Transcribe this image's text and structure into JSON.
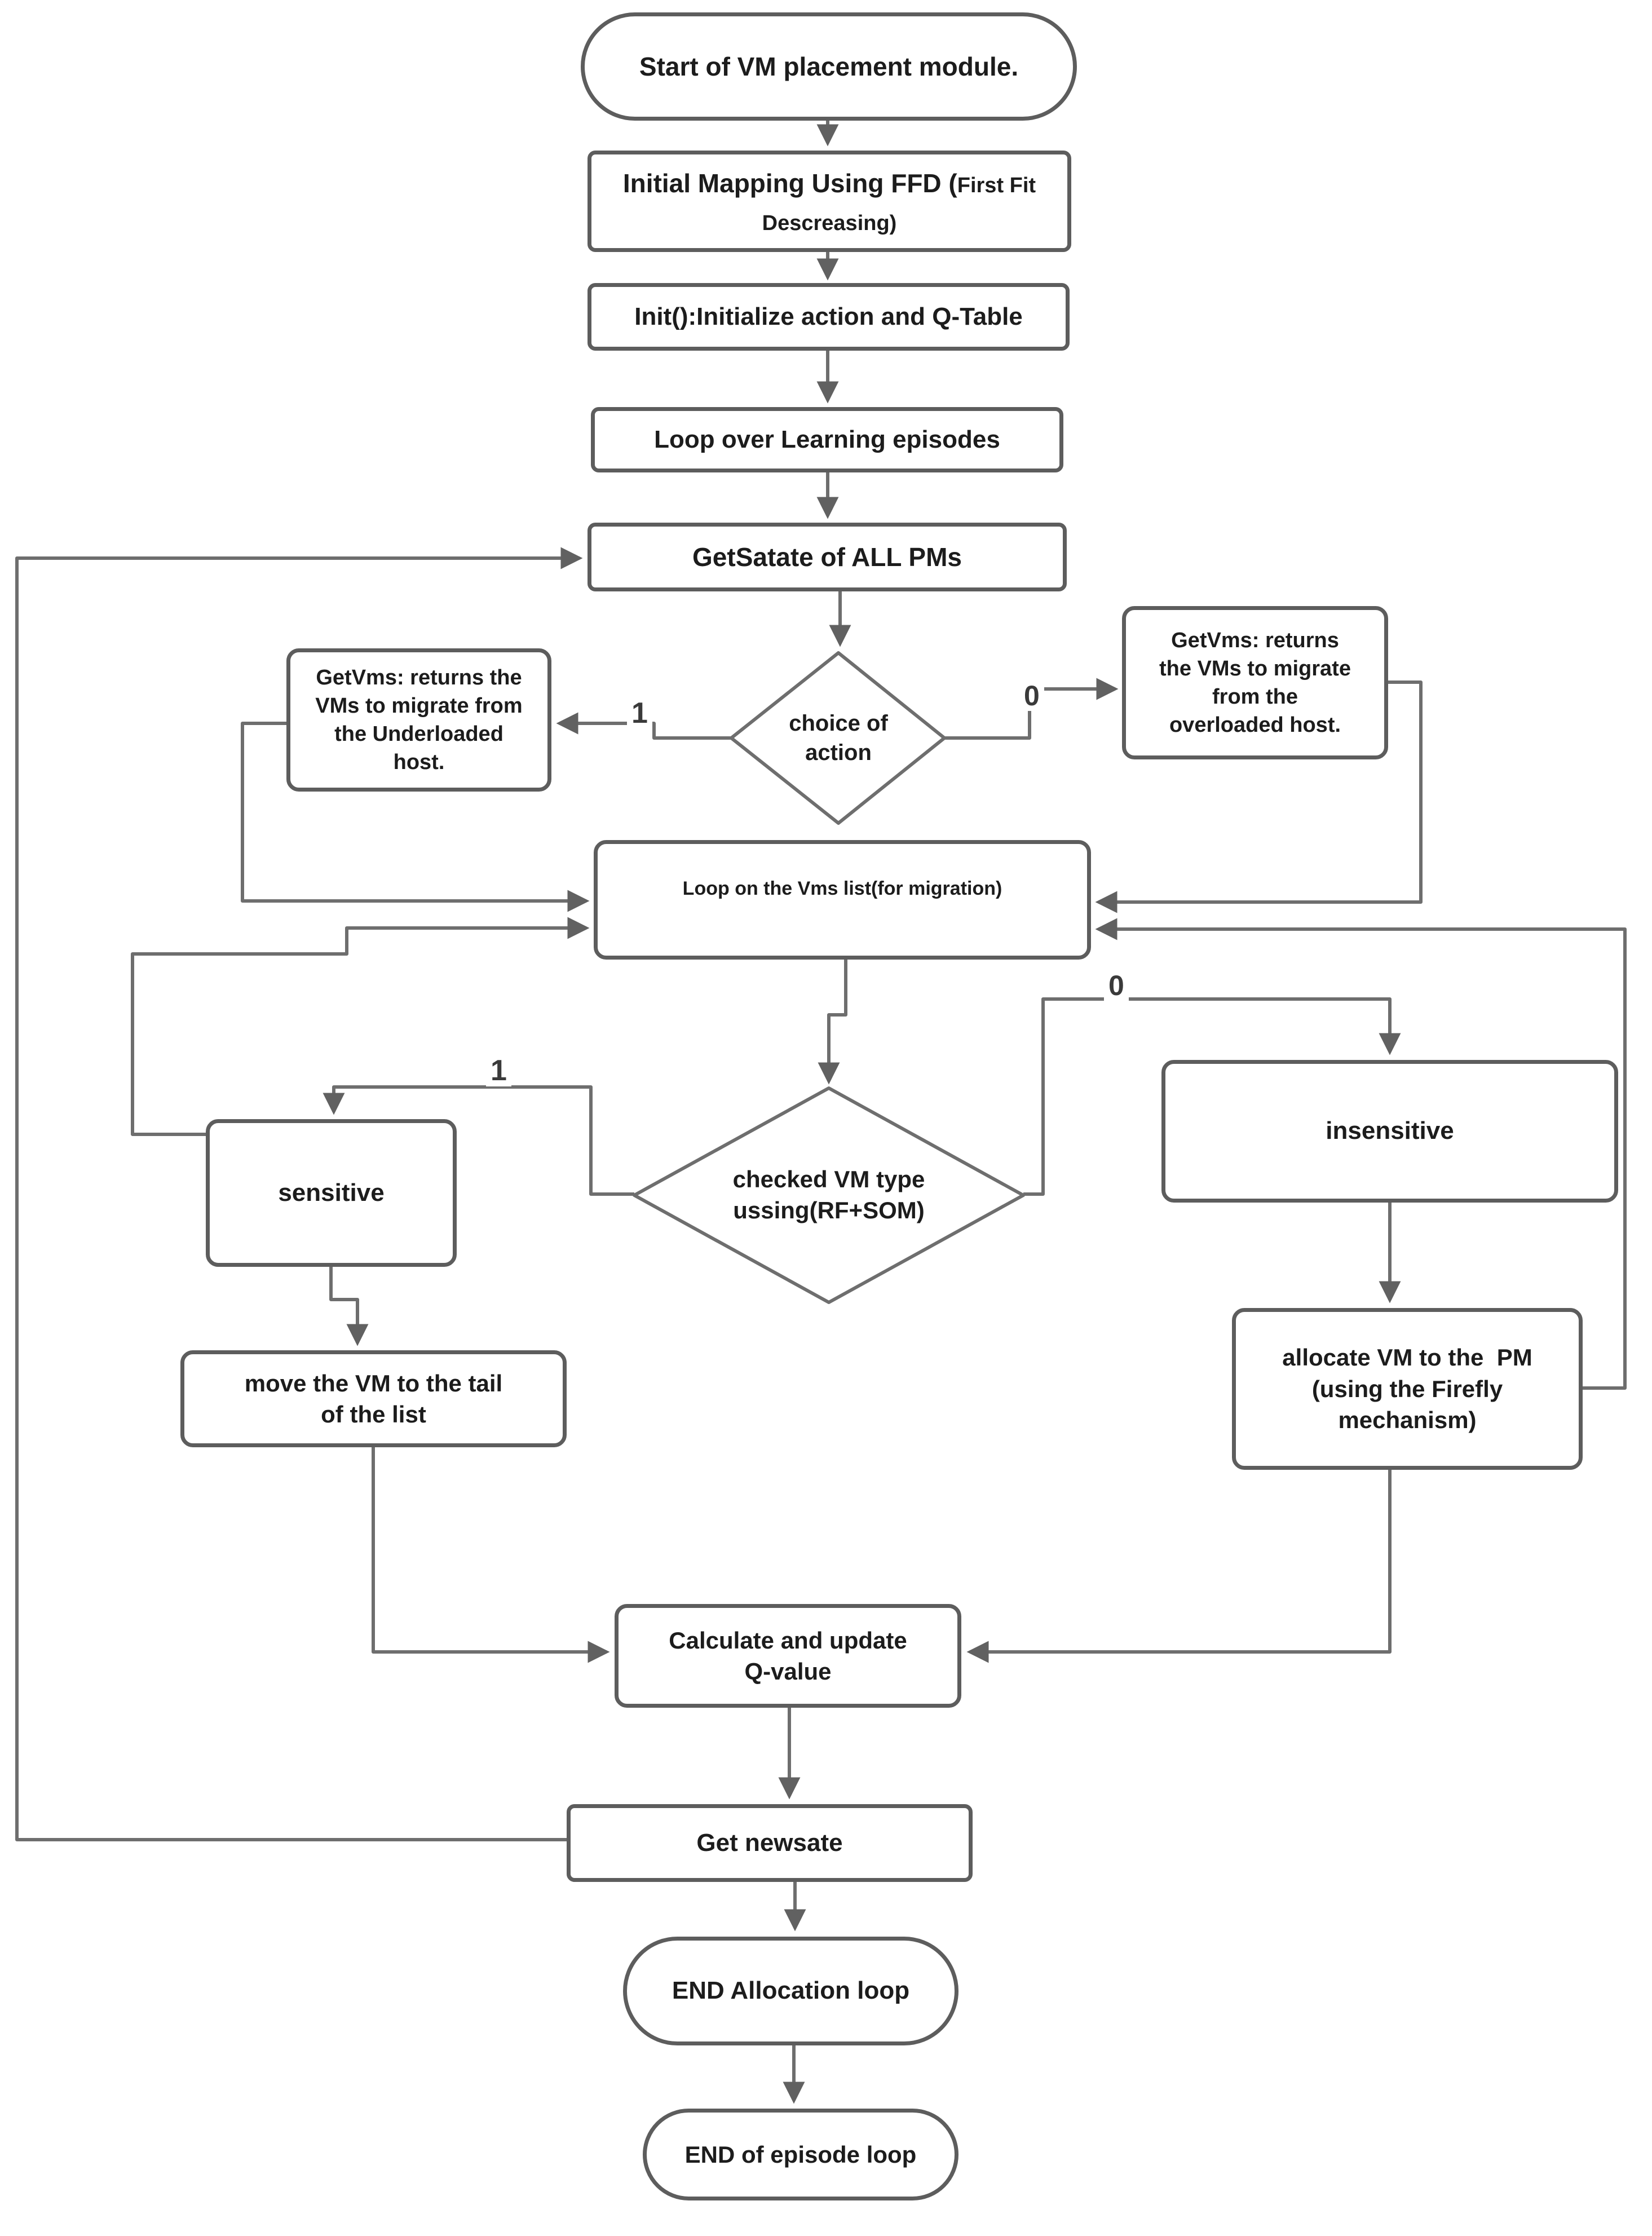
{
  "colors": {
    "background": "#ffffff",
    "box_border": "#5d5d5d",
    "connector": "#6e6e6e",
    "text": "#1c1c1c"
  },
  "nodes": {
    "start": {
      "lines": [
        "Start of VM placement module."
      ]
    },
    "initial_mapping": {
      "main": "Initial Mapping Using FFD (",
      "small_inline": "First Fit",
      "small_line2": "Descreasing)"
    },
    "init_qtable": {
      "lines": [
        "Init():Initialize action and Q-Table"
      ]
    },
    "loop_episodes": {
      "lines": [
        "Loop over Learning episodes"
      ]
    },
    "get_state": {
      "lines": [
        "GetSatate of ALL PMs"
      ]
    },
    "choice_of_action": {
      "lines": [
        "choice of",
        "action"
      ]
    },
    "getvms_underloaded": {
      "lines": [
        "GetVms: returns the",
        "VMs to migrate from",
        "the Underloaded",
        "host."
      ]
    },
    "getvms_overloaded": {
      "lines": [
        "GetVms: returns",
        "the VMs to migrate",
        "from the",
        "overloaded host."
      ]
    },
    "loop_vms": {
      "lines": [
        "Loop on the Vms list(for migration)"
      ]
    },
    "check_vm_type": {
      "lines": [
        "checked VM type",
        "ussing(RF+SOM)"
      ]
    },
    "sensitive": {
      "lines": [
        "sensitive"
      ]
    },
    "insensitive": {
      "lines": [
        "insensitive"
      ]
    },
    "move_tail": {
      "lines": [
        "move the VM to the tail",
        "of the list"
      ]
    },
    "allocate_vm": {
      "lines": [
        "allocate VM to the  PM",
        "(using the Firefly",
        "mechanism)"
      ]
    },
    "calc_qvalue": {
      "lines": [
        "Calculate and update",
        "Q-value"
      ]
    },
    "get_newsate": {
      "lines": [
        "Get newsate"
      ]
    },
    "end_allocation": {
      "lines": [
        "END Allocation loop"
      ]
    },
    "end_episode": {
      "lines": [
        "END of episode loop"
      ]
    }
  },
  "edge_labels": {
    "choice_action_one": "1",
    "choice_action_zero": "0",
    "vm_type_one": "1",
    "vm_type_zero": "0"
  }
}
